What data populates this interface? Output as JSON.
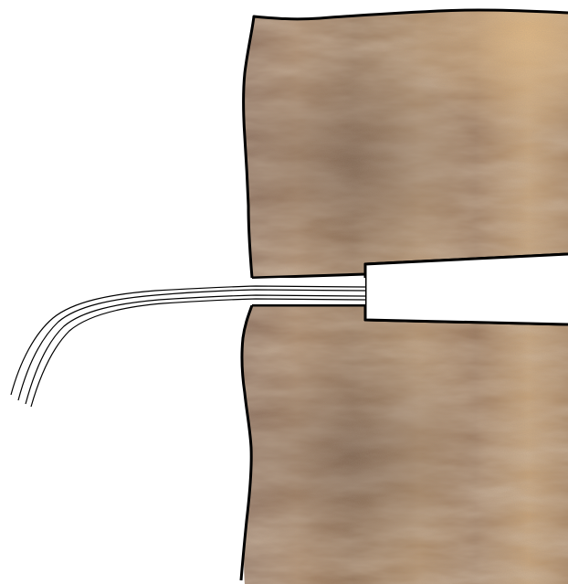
{
  "colors": {
    "background": "#ffffff",
    "rock_base": "#a07f61",
    "rock_light": "#d2a978",
    "rock_dark": "#6f5a4a",
    "outline": "#000000",
    "channel_fill": "#ffffff"
  },
  "icons": [
    "rock-texture",
    "fracture-channel",
    "fiber-strands",
    "bore-hole"
  ]
}
